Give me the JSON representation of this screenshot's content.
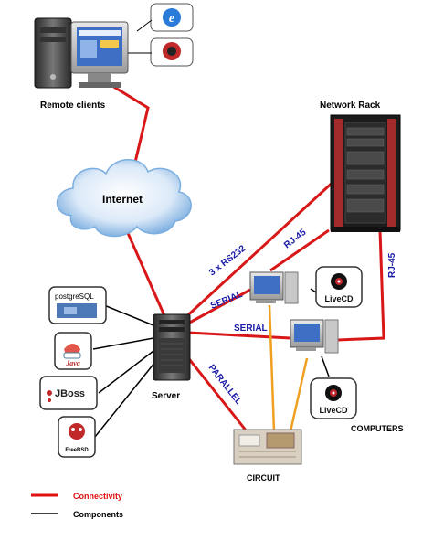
{
  "labels": {
    "remote_clients": "Remote clients",
    "internet": "Internet",
    "network_rack": "Network Rack",
    "server": "Server",
    "circuit": "CIRCUIT",
    "computers": "COMPUTERS"
  },
  "links": {
    "rs232": "3 x RS232",
    "rj45_a": "RJ-45",
    "rj45_b": "RJ-45",
    "serial_a": "SERIAL",
    "serial_b": "SERIAL",
    "parallel": "PARALLEL"
  },
  "components": {
    "postgres": "postgreSQL",
    "java": "Java",
    "jboss": "JBoss",
    "freebsd": "FreeBSD"
  },
  "livecd": {
    "a": "LiveCD",
    "b": "LiveCD"
  },
  "legend": {
    "connectivity": "Connectivity",
    "components": "Components",
    "connectivity_color": "#e01010",
    "components_color": "#000000"
  },
  "colors": {
    "connection": "#d81818",
    "circuit_wire": "#f0a020",
    "link_text": "#1a1aa8"
  },
  "icons": {
    "browser_ie": "internet-explorer-icon",
    "browser_mozilla": "mozilla-icon"
  }
}
